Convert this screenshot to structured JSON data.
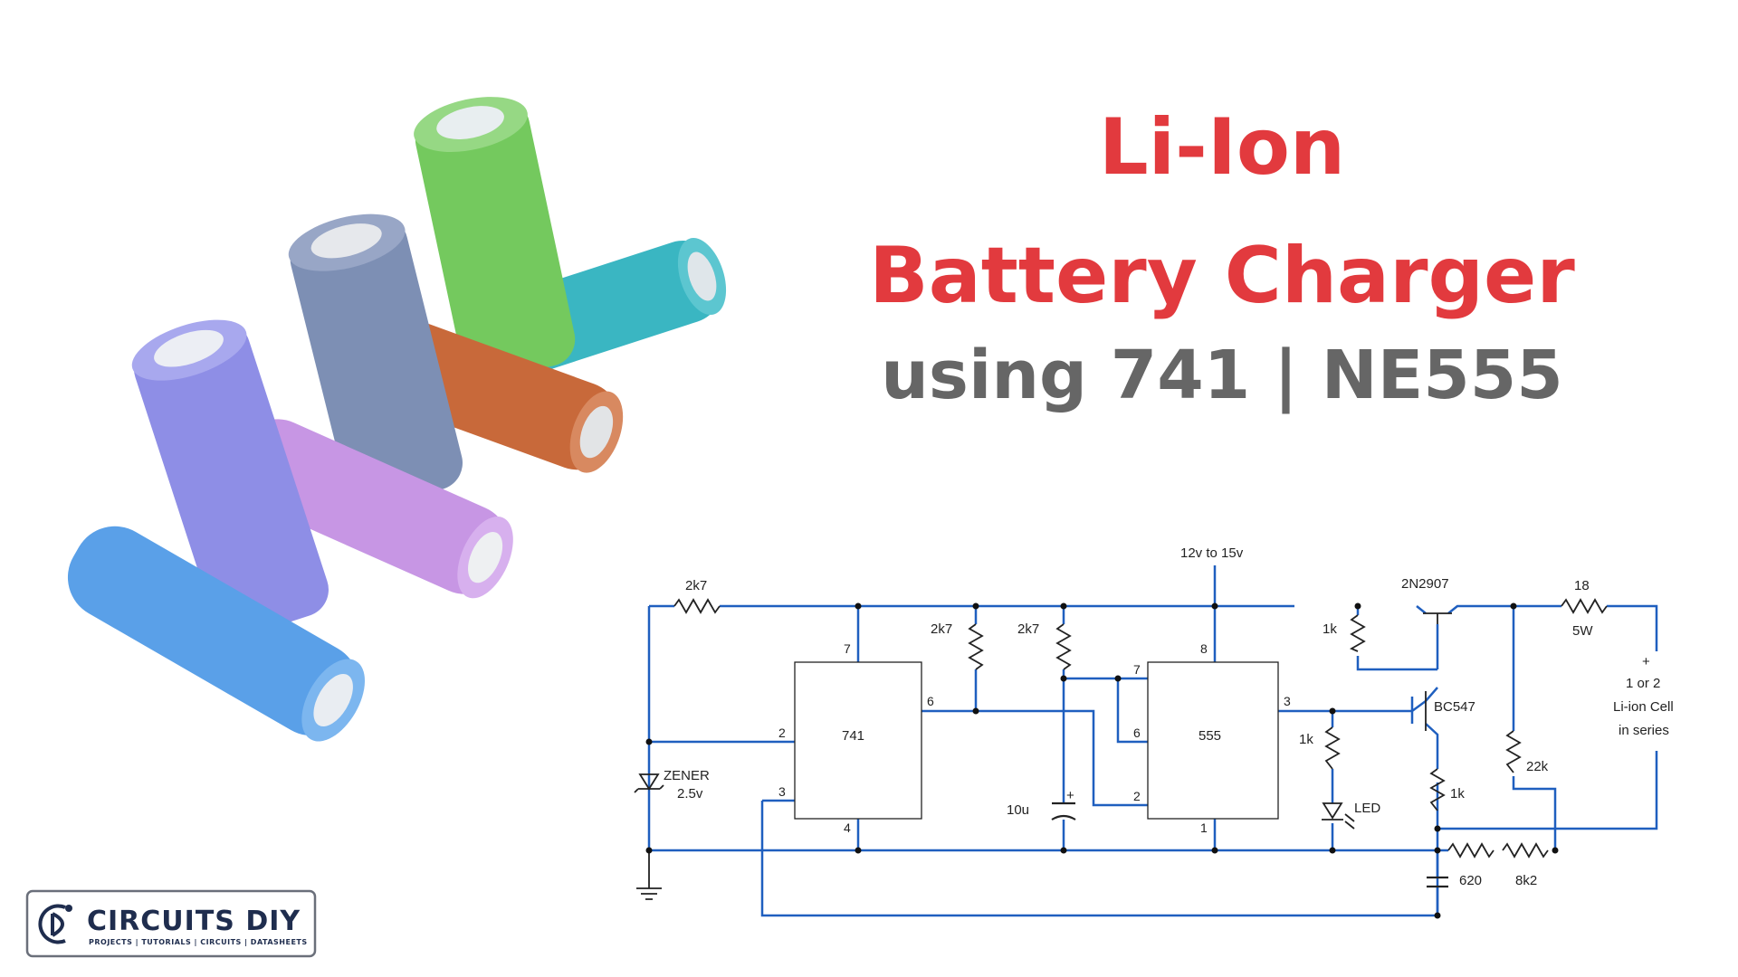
{
  "title": {
    "line1": "Li-Ion",
    "line2": "Battery Charger",
    "line3": "using 741 | NE555"
  },
  "logo": {
    "name": "CIRCUITS DIY",
    "tagline": "PROJECTS | TUTORIALS | CIRCUITS | DATASHEETS"
  },
  "batteries": [
    {
      "color": "#5aa0e8",
      "cap": "#7cb6ef"
    },
    {
      "color": "#c796e4",
      "cap": "#d7b0ee"
    },
    {
      "color": "#8e8ee6",
      "cap": "#a8a8ee"
    },
    {
      "color": "#7d8fb4",
      "cap": "#98a6c6"
    },
    {
      "color": "#c8693a",
      "cap": "#d88960"
    },
    {
      "color": "#3ab6c2",
      "cap": "#5cc6d0"
    },
    {
      "color": "#74c95e",
      "cap": "#96d884"
    }
  ],
  "schematic": {
    "wire_color": "#1f5fbf",
    "supply": "12v to 15v",
    "ic1": "741",
    "ic2": "555",
    "r_input": "2k7",
    "r_pullup1": "2k7",
    "r_pullup2": "2k7",
    "r_base": "1k",
    "r_led": "1k",
    "r_emitter": "1k",
    "r_out": "18",
    "r_out_power": "5W",
    "r_div1": "22k",
    "r_div2": "620",
    "r_div3": "8k2",
    "zener_label": "ZENER",
    "zener_value": "2.5v",
    "cap": "10u",
    "cap_plus": "+",
    "led": "LED",
    "pnp": "2N2907",
    "npn": "BC547",
    "battery_plus": "+",
    "battery_line1": "1 or 2",
    "battery_line2": "Li-ion Cell",
    "battery_line3": "in series",
    "pins_741": {
      "p7": "7",
      "p6": "6",
      "p2": "2",
      "p3": "3",
      "p4": "4"
    },
    "pins_555": {
      "p7": "7",
      "p8": "8",
      "p6": "6",
      "p2": "2",
      "p3": "3",
      "p1": "1"
    }
  }
}
